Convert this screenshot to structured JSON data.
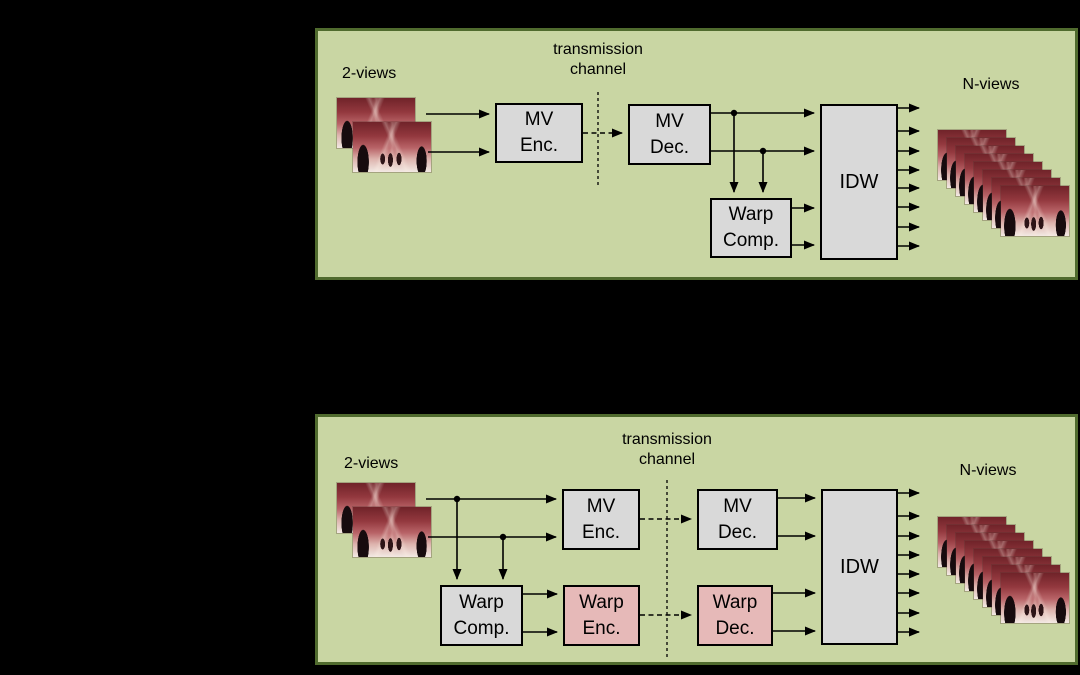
{
  "colors": {
    "page_bg": "#000000",
    "panel_bg": "#c9d6a3",
    "panel_border": "#506b2e",
    "box_bg": "#d9d9d9",
    "box_border": "#000000",
    "pink_box_bg": "#e6b9b8",
    "text": "#000000"
  },
  "panel_a": {
    "views_label": "2-views",
    "channel_label_line1": "transmission",
    "channel_label_line2": "channel",
    "nviews_label": "N-views",
    "input_view_count": 2,
    "output_view_count": 8,
    "nodes": {
      "mv_enc": {
        "line1": "MV",
        "line2": "Enc."
      },
      "mv_dec": {
        "line1": "MV",
        "line2": "Dec."
      },
      "warp_comp": {
        "line1": "Warp",
        "line2": "Comp."
      },
      "idw": {
        "label": "IDW"
      }
    }
  },
  "panel_b": {
    "views_label": "2-views",
    "channel_label_line1": "transmission",
    "channel_label_line2": "channel",
    "nviews_label": "N-views",
    "input_view_count": 2,
    "output_view_count": 8,
    "nodes": {
      "mv_enc": {
        "line1": "MV",
        "line2": "Enc."
      },
      "mv_dec": {
        "line1": "MV",
        "line2": "Dec."
      },
      "warp_comp": {
        "line1": "Warp",
        "line2": "Comp."
      },
      "warp_enc": {
        "line1": "Warp",
        "line2": "Enc."
      },
      "warp_dec": {
        "line1": "Warp",
        "line2": "Dec."
      },
      "idw": {
        "label": "IDW"
      }
    }
  }
}
